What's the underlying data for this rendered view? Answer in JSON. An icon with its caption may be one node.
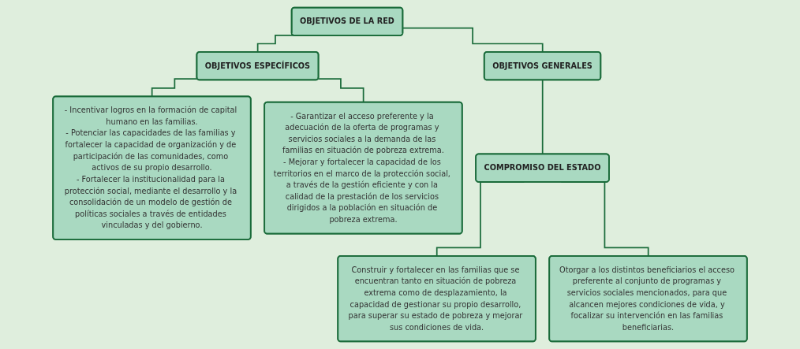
{
  "diagram": {
    "nodes": [
      {
        "text": [
          "OBJETIVOS DE LA RED"
        ]
      },
      {
        "text": [
          "OBJETIVOS ESPECÍFICOS"
        ]
      },
      {
        "text": [
          "OBJETIVOS GENERALES"
        ]
      },
      {
        "text": [
          "- Incentivar logros en la formación de capital humano en las familias.",
          "- Potenciar las capacidades de las familias y fortalecer la capacidad de organización y de participación de las comunidades, como activos de su propio desarrollo.",
          "- Fortalecer la institucionalidad para la protección social, mediante el desarrollo y la consolidación de un modelo de gestión de políticas sociales a través de entidades vinculadas y del gobierno."
        ]
      },
      {
        "text": [
          "- Garantizar el acceso preferente y la adecuación de la oferta de programas y servicios sociales a la demanda de las familias en situación de pobreza extrema.",
          "- Mejorar y fortalecer la capacidad de los territorios en el marco de la protección social, a través de la gestión eficiente y con la calidad de la prestación de los servicios dirigidos a la población en situación de pobreza extrema."
        ]
      },
      {
        "text": [
          "COMPROMISO DEL ESTADO"
        ]
      },
      {
        "text": [
          "Construir y fortalecer en las familias que se encuentran tanto en situación de pobreza extrema como de desplazamiento, la capacidad de gestionar su propio desarrollo, para superar su estado de pobreza y mejorar sus condiciones de vida."
        ]
      },
      {
        "text": [
          "Otorgar a los distintos beneficiarios el acceso preferente al conjunto de programas y servicios sociales mencionados, para que alcancen mejores condiciones de vida, y focalizar su intervención en las familias beneficiarias."
        ]
      }
    ],
    "edges": [
      {
        "from": 0,
        "to": 1,
        "arrow": "none"
      },
      {
        "from": 0,
        "to": 2,
        "arrow": "none"
      },
      {
        "from": 1,
        "to": 3,
        "arrow": "none"
      },
      {
        "from": 1,
        "to": 4,
        "arrow": "none"
      },
      {
        "from": 2,
        "to": 5,
        "arrow": "none"
      },
      {
        "from": 5,
        "to": 6,
        "arrow": "none"
      },
      {
        "from": 5,
        "to": 7,
        "arrow": "none"
      }
    ]
  }
}
